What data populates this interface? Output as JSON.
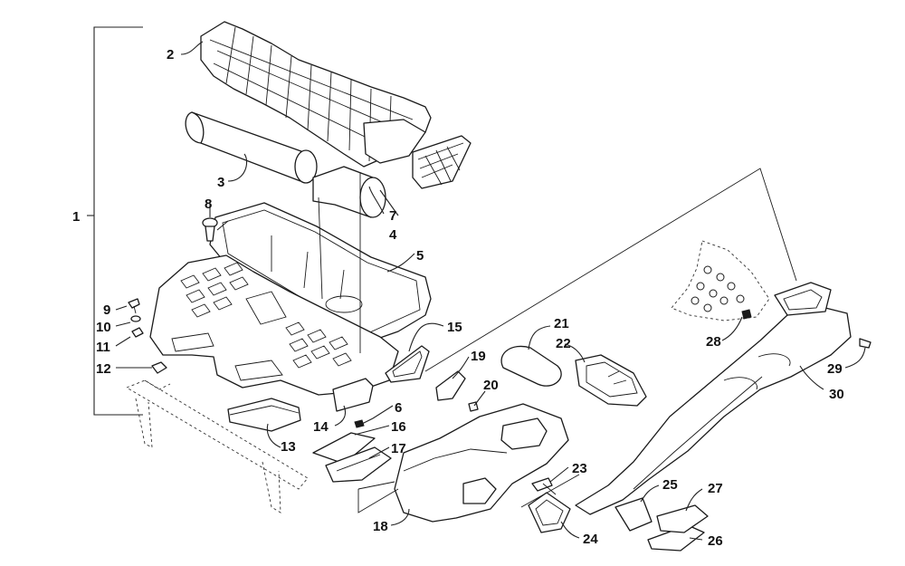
{
  "callouts": [
    {
      "id": "1",
      "label": "1"
    },
    {
      "id": "2",
      "label": "2"
    },
    {
      "id": "3",
      "label": "3"
    },
    {
      "id": "4",
      "label": "4"
    },
    {
      "id": "5",
      "label": "5"
    },
    {
      "id": "6",
      "label": "6"
    },
    {
      "id": "7",
      "label": "7"
    },
    {
      "id": "8",
      "label": "8"
    },
    {
      "id": "9",
      "label": "9"
    },
    {
      "id": "10",
      "label": "10"
    },
    {
      "id": "11",
      "label": "11"
    },
    {
      "id": "12",
      "label": "12"
    },
    {
      "id": "13",
      "label": "13"
    },
    {
      "id": "14",
      "label": "14"
    },
    {
      "id": "15",
      "label": "15"
    },
    {
      "id": "16",
      "label": "16"
    },
    {
      "id": "17",
      "label": "17"
    },
    {
      "id": "18",
      "label": "18"
    },
    {
      "id": "19",
      "label": "19"
    },
    {
      "id": "20",
      "label": "20"
    },
    {
      "id": "21",
      "label": "21"
    },
    {
      "id": "22",
      "label": "22"
    },
    {
      "id": "23",
      "label": "23"
    },
    {
      "id": "24",
      "label": "24"
    },
    {
      "id": "25",
      "label": "25"
    },
    {
      "id": "26",
      "label": "26"
    },
    {
      "id": "27",
      "label": "27"
    },
    {
      "id": "28",
      "label": "28"
    },
    {
      "id": "29",
      "label": "29"
    },
    {
      "id": "30",
      "label": "30"
    }
  ],
  "colors": {
    "line": "#1a1a1a",
    "background": "#ffffff"
  }
}
